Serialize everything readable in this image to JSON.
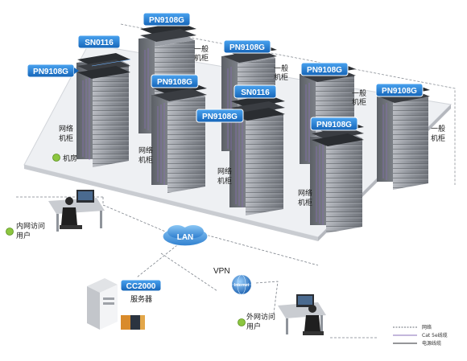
{
  "tags": {
    "pn_top_center": "PN9108G",
    "sn_left": "SN0116",
    "pn_left": "PN9108G",
    "pn_upper_mid": "PN9108G",
    "pn_right_mid": "PN9108G",
    "pn_far_right": "PN9108G",
    "pn_center_left": "PN9108G",
    "sn_center": "SN0116",
    "pn_center_lower": "PN9108G",
    "pn_lower_mid": "PN9108G"
  },
  "rack_labels": {
    "general_top_1": [
      "一般",
      "机柜"
    ],
    "general_top_2": [
      "一般",
      "机柜"
    ],
    "general_top_3": [
      "一般",
      "机柜"
    ],
    "general_right": [
      "一般",
      "机柜"
    ],
    "network_left": [
      "网络",
      "机柜"
    ],
    "network_center_left": [
      "网络",
      "机柜"
    ],
    "network_center": [
      "网络",
      "机柜"
    ],
    "network_front": [
      "网络",
      "机柜"
    ]
  },
  "room_label": "机房",
  "lan_label": "LAN",
  "vpn_label": "VPN",
  "internet_label": "Internet",
  "internal_user": [
    "内网访问",
    "用户"
  ],
  "external_user": [
    "外网访问",
    "用户"
  ],
  "server": {
    "model": "CC2000",
    "name": "服务器"
  },
  "legend": [
    {
      "label": "网络",
      "style": "dashed"
    },
    {
      "label": "Cat 5e线缆",
      "style": "solid-gray"
    },
    {
      "label": "电源线缆",
      "style": "solid-dark"
    }
  ],
  "colors": {
    "tag_blue": "#1f78c8",
    "cable_purple": "#8a6fb8",
    "rack_gray": "#8d9097",
    "lan_blue": "#3d8fd8"
  }
}
